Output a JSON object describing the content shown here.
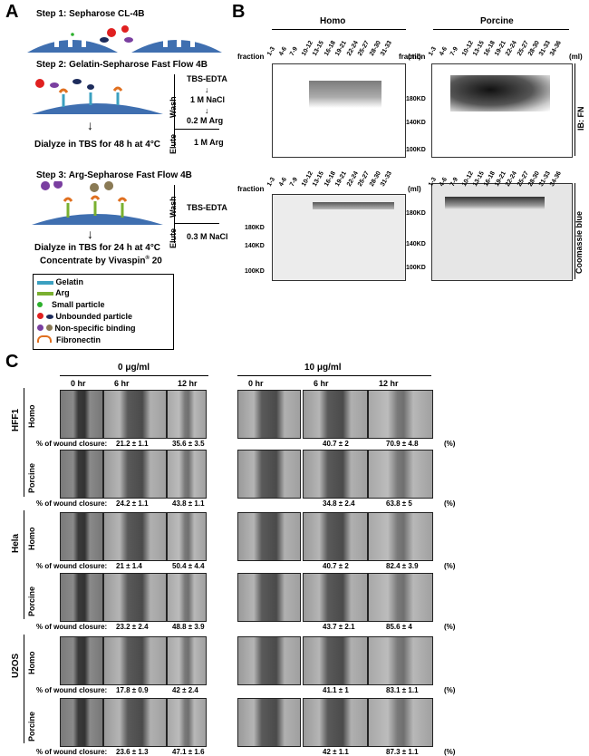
{
  "panels": {
    "a": "A",
    "b": "B",
    "c": "C"
  },
  "panelA": {
    "step1": "Step 1: Sepharose CL-4B",
    "step2": "Step 2: Gelatin-Sepharose Fast Flow 4B",
    "wash_label": "Wash",
    "wash_items": [
      "TBS-EDTA",
      "1 M NaCl",
      "0.2 M Arg"
    ],
    "elute_label": "Elute",
    "elute_item": "1 M Arg",
    "dialyze1": "Dialyze in TBS for 48 h at 4°C",
    "step3": "Step 3: Arg-Sepharose Fast Flow 4B",
    "wash2_item": "TBS-EDTA",
    "elute2_item": "0.3 M NaCl",
    "dialyze2": "Dialyze in TBS for 24 h at 4°C",
    "concentrate": "Concentrate by Vivaspin",
    "concentrate_sup": "®",
    "concentrate_end": "20",
    "legend": [
      "Gelatin",
      "Arg",
      "Small particle",
      "Unbounded particle",
      "Non-specific binding",
      "Fibronectin"
    ]
  },
  "panelB": {
    "homo": "Homo",
    "porcine": "Porcine",
    "fraction": "fraction",
    "ml": "(ml)",
    "homo_fractions": [
      "1-3",
      "4-6",
      "7-9",
      "10-12",
      "13-15",
      "16-18",
      "19-21",
      "22-24",
      "25-27",
      "28-30",
      "31-33"
    ],
    "porcine_fractions": [
      "1-3",
      "4-6",
      "7-9",
      "10-12",
      "13-15",
      "16-18",
      "19-21",
      "22-24",
      "25-27",
      "28-30",
      "31-33",
      "34-36"
    ],
    "mw": [
      "180KD",
      "140KD",
      "100KD"
    ],
    "ib_label": "IB: FN",
    "coomassie_label": "Coomassie blue"
  },
  "panelC": {
    "conc0": "0 μg/ml",
    "conc10": "10 μg/ml",
    "times": [
      "0 hr",
      "6 hr",
      "12 hr"
    ],
    "cells": [
      "HFF1",
      "Hela",
      "U2OS"
    ],
    "species": [
      "Homo",
      "Porcine"
    ],
    "wound_label": "% of wound closure:",
    "unit": "(%)",
    "values": [
      [
        "21.2 ± 1.1",
        "35.6 ± 3.5",
        "40.7 ± 2",
        "70.9 ± 4.8"
      ],
      [
        "24.2 ± 1.1",
        "43.8 ± 1.1",
        "34.8 ± 2.4",
        "63.8 ± 5"
      ],
      [
        "21 ± 1.4",
        "50.4 ± 4.4",
        "40.7 ± 2",
        "82.4 ± 3.9"
      ],
      [
        "23.2 ± 2.4",
        "48.8 ± 3.9",
        "43.7 ± 2.1",
        "85.6 ± 4"
      ],
      [
        "17.8 ± 0.9",
        "42 ± 2.4",
        "41.1 ± 1",
        "83.1 ± 1.1"
      ],
      [
        "23.6 ± 1.3",
        "47.1 ± 1.6",
        "42 ± 1.1",
        "87.3 ± 1.1"
      ]
    ]
  }
}
